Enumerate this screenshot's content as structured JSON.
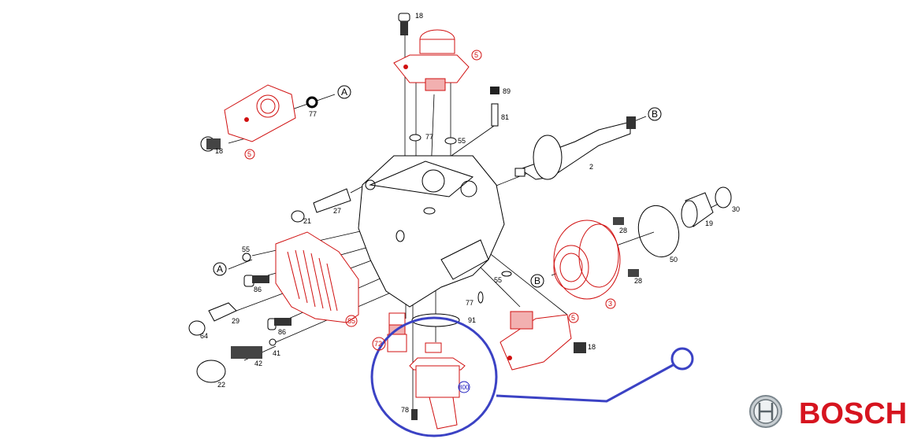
{
  "diagram": {
    "title": "Bosch high-pressure pump exploded view",
    "callouts": {
      "c18a": "18",
      "c5a": "5",
      "c89": "89",
      "c81": "81",
      "cA1": "A",
      "c77a": "77",
      "c18b": "18",
      "c5b": "5",
      "c77b": "77",
      "c55a": "55",
      "cB1": "B",
      "c2": "2",
      "c27": "27",
      "c21": "21",
      "c28a": "28",
      "c30": "30",
      "c19": "19",
      "c50": "50",
      "c55b": "55",
      "cA2": "A",
      "cB2": "B",
      "c86a": "86",
      "c28b": "28",
      "c3": "3",
      "c55c": "55",
      "c77c": "77",
      "c29": "29",
      "c64": "64",
      "c86b": "86",
      "c85": "85",
      "c91": "91",
      "c5c": "5",
      "c72": "72",
      "c41": "41",
      "c42": "42",
      "c18c": "18",
      "c22": "22",
      "c800": "800",
      "c78": "78"
    },
    "highlight_color": "#3b42c4",
    "part_color": "#d01010",
    "logo": {
      "text": "BOSCH",
      "color": "#d6141f"
    }
  }
}
